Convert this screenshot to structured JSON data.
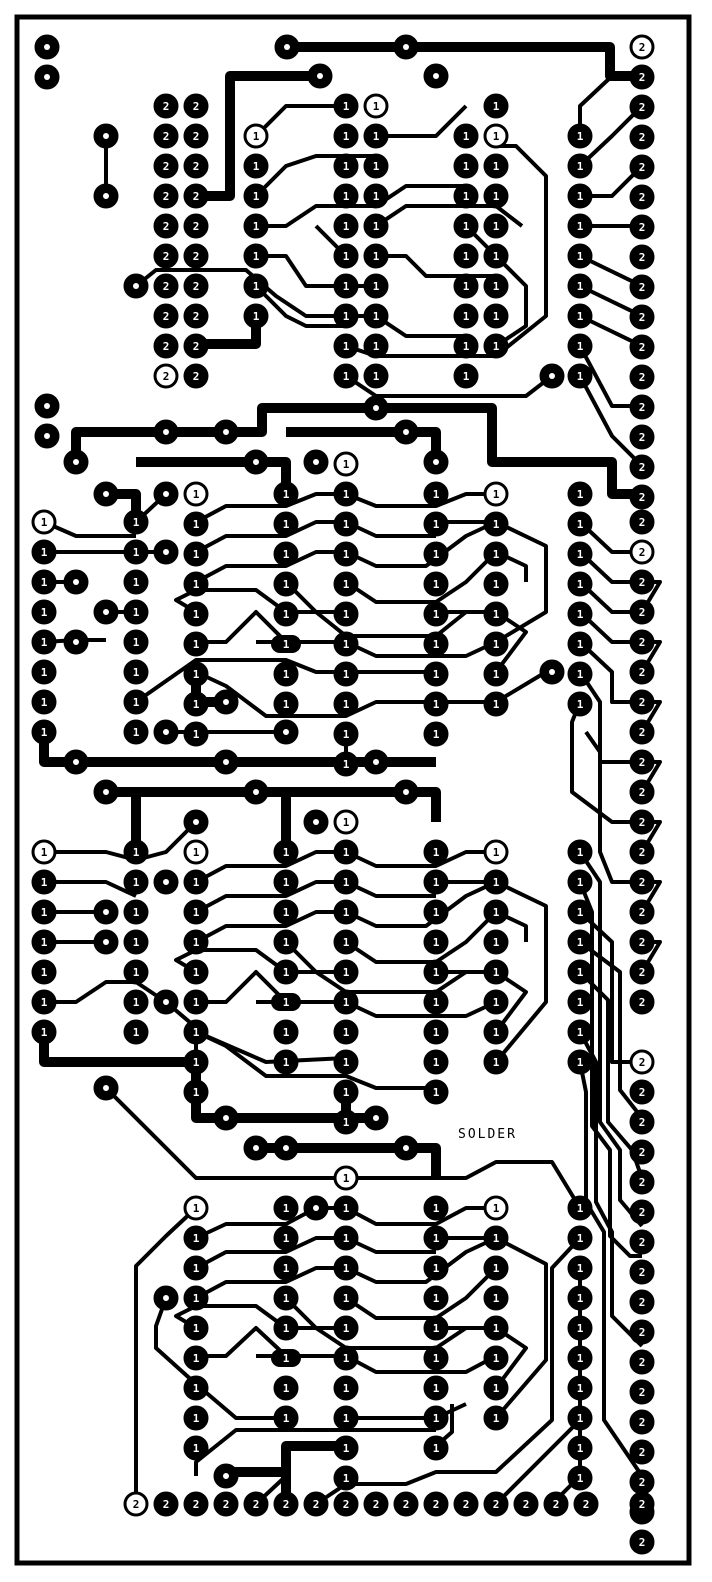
{
  "board": {
    "silkscreen_label": "SOLDER",
    "pad_labels": [
      "1",
      "2"
    ],
    "colors": {
      "copper": "#000000",
      "substrate": "#ffffff"
    }
  }
}
